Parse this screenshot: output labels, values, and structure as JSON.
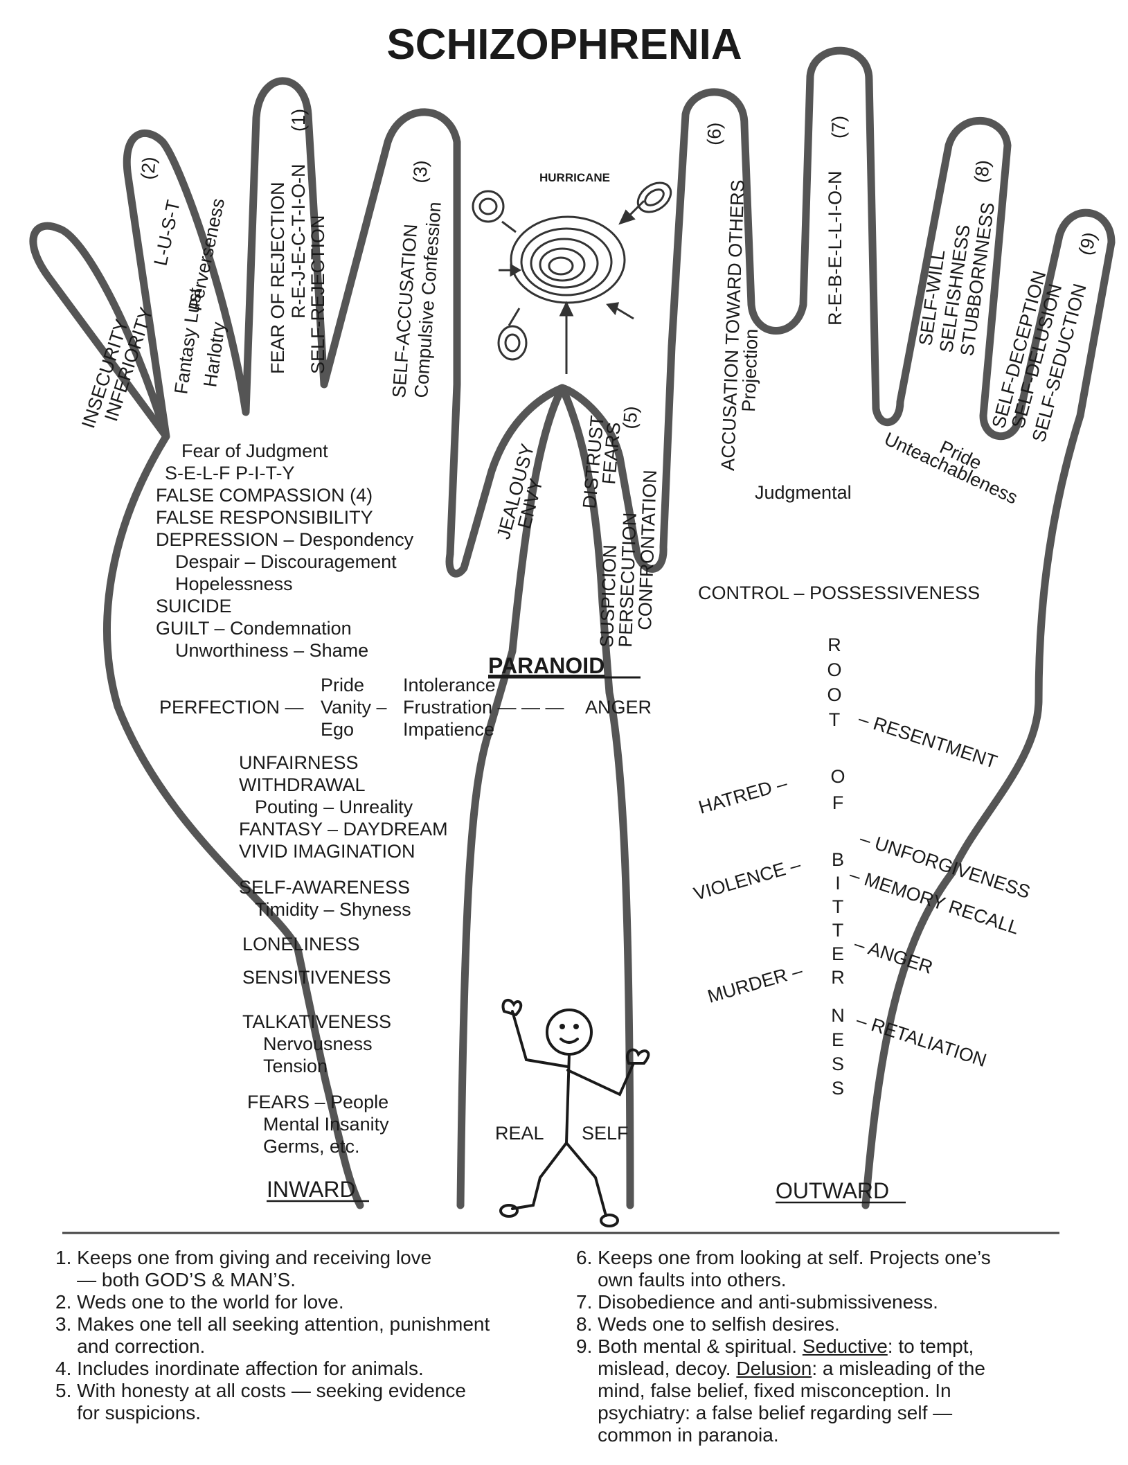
{
  "title": "SCHIZOPHRENIA",
  "hurricane": "HURRICANE",
  "fingers": {
    "f1": [
      "FEAR OF REJECTION",
      "R-E-J-E-C-T-I-O-N",
      "SELF-REJECTION",
      "(1)"
    ],
    "f2": [
      "L-U-S-T",
      "Perverseness",
      "(2)",
      "Fantasy Lust",
      "Harlotry"
    ],
    "f3": [
      "SELF-ACCUSATION",
      "Compulsive Confession",
      "(3)"
    ],
    "f_insecurity": [
      "INSECURITY",
      "INFERIORITY"
    ],
    "f6": [
      "ACCUSATION TOWARD OTHERS",
      "Projection",
      "(6)"
    ],
    "f7": [
      "R-E-B-E-L-L-I-O-N",
      "(7)"
    ],
    "f8": [
      "SELF-WILL",
      "SELFISHNESS",
      "STUBBORNNESS",
      "(8)"
    ],
    "f9": [
      "SELF-DECEPTION",
      "SELF-DELUSION",
      "SELF-SEDUCTION",
      "(9)"
    ],
    "inner_left": [
      "JEALOUSY",
      "ENVY"
    ],
    "inner_right": [
      "DISTRUST",
      "FEARS",
      "(5)",
      "SUSPICION",
      "PERSECUTION",
      "CONFRONTATION"
    ]
  },
  "palm_left": [
    "Fear of Judgment",
    "S-E-L-F  P-I-T-Y",
    "FALSE COMPASSION (4)",
    "FALSE RESPONSIBILITY",
    "DEPRESSION – Despondency",
    "Despair – Discouragement",
    "Hopelessness",
    "SUICIDE",
    "GUILT – Condemnation",
    "Unworthiness – Shame"
  ],
  "paranoid": "PARANOID",
  "perfection_row": {
    "perfection": "PERFECTION —",
    "pride": "Pride",
    "vanity": "Vanity –",
    "ego": "Ego",
    "intolerance": "Intolerance",
    "frustration": "Frustration — — —",
    "impatience": "Impatience",
    "anger": "ANGER"
  },
  "wrist_left": [
    "UNFAIRNESS",
    "WITHDRAWAL",
    "Pouting – Unreality",
    "FANTASY – DAYDREAM",
    "VIVID IMAGINATION",
    "SELF-AWARENESS",
    "Timidity – Shyness",
    "LONELINESS",
    "SENSITIVENESS",
    "TALKATIVENESS",
    "Nervousness",
    "Tension",
    "FEARS – People",
    "Mental Insanity",
    "Germs, etc."
  ],
  "inward": "INWARD",
  "outward": "OUTWARD",
  "real_self": [
    "REAL",
    "SELF"
  ],
  "right_side": {
    "pride": "Pride",
    "unteachableness": "Unteachableness",
    "judgmental": "Judgmental",
    "control": "CONTROL  –  POSSESSIVENESS",
    "root_letters": [
      "R",
      "O",
      "O",
      "T",
      "O",
      "F",
      "B",
      "I",
      "T",
      "T",
      "E",
      "R",
      "N",
      "E",
      "S",
      "S"
    ],
    "resentment": "–  RESENTMENT",
    "hatred": "HATRED –",
    "unforgiveness": "–  UNFORGIVENESS",
    "violence": "VIOLENCE –",
    "memory_recall": "–  MEMORY RECALL",
    "anger": "–  ANGER",
    "murder": "MURDER –",
    "retaliation": "–  RETALIATION"
  },
  "notes_left": [
    "1. Keeps one from giving and receiving love",
    "    — both GOD’S & MAN’S.",
    "2. Weds one to the world for love.",
    "3. Makes one tell all seeking attention, punishment",
    "    and correction.",
    "4. Includes inordinate affection for animals.",
    "5. With honesty at all costs — seeking evidence",
    "    for suspicions."
  ],
  "notes_right": [
    "6. Keeps one from looking at self. Projects one’s",
    "    own faults into others.",
    "7. Disobedience and anti-submissiveness.",
    "8. Weds one to selfish desires."
  ],
  "note9": {
    "prefix": "9. Both mental & spiritual. ",
    "seductive": "Seductive",
    "seductive_def": ": to tempt,",
    "line2": "    mislead, decoy. ",
    "delusion": "Delusion",
    "delusion_def": ": a misleading of the",
    "line3": "    mind, false belief, fixed misconception. In",
    "line4": "    psychiatry: a false belief regarding self —",
    "line5": "    common in paranoia."
  }
}
